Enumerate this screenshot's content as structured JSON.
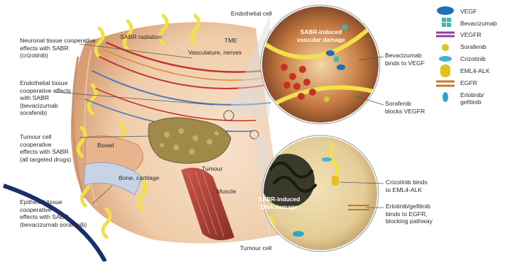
{
  "left_labels": [
    "Neuronal tissue cooperative\neffects with SABR\n(crizotinib)",
    "Endothelial tissue\ncooperative effects\nwith SABR\n(bevacizumab\nsorafenib)",
    "Tumour cell\ncooperative\neffects with SABR\n(all targeted drugs)",
    "Epithelial tissue\ncooperative\neffects with SABR\n(bevacizumab sorafenib)"
  ],
  "scene_labels": {
    "sabr_radiation": "SABR radiation",
    "tme": "TME",
    "vasculature": "Vasculature, nerves",
    "bowel": "Bowel",
    "bone": "Bone, cartilage",
    "tumour": "Tumour",
    "muscle": "Muscle"
  },
  "endothelial_panel": {
    "title": "Endothelial cell",
    "damage": "SABR-induced\nvascular damage",
    "callout_bevacizumab": "Bevacizumab\nbinds to VEGF",
    "callout_sorafenib": "Sorafenib\nblocks VEGFR"
  },
  "tumour_panel": {
    "title": "Tumour cell",
    "damage": "SABR-induced\nDNA damage",
    "callout_crizotinib": "Crizotinib binds\nto EML4-ALK",
    "callout_erlotinib": "Erlotinib/gefitinib\nbinds to EGFR,\nblocking pathway"
  },
  "legend": [
    {
      "label": "VEGF",
      "icon": "vegf-icon",
      "color": "#1f6fb5"
    },
    {
      "label": "Bevacizumab",
      "icon": "bevacizumab-icon",
      "color": "#3fb8b0"
    },
    {
      "label": "VEGFR",
      "icon": "vegfr-icon",
      "color": "#8e3f9c"
    },
    {
      "label": "Sorafenib",
      "icon": "sorafenib-icon",
      "color": "#d8c62a"
    },
    {
      "label": "Crizotinib",
      "icon": "crizotinib-icon",
      "color": "#45b3d8"
    },
    {
      "label": "EML4-ALK",
      "icon": "eml4-alk-icon",
      "color": "#e3c21e"
    },
    {
      "label": "EGFR",
      "icon": "egfr-icon",
      "color": "#c07a2c"
    },
    {
      "label": "Erlotinib/\ngefitinib",
      "icon": "erlotinib-gefitinib-icon",
      "color": "#2aa6c8"
    }
  ],
  "colors": {
    "tissue": "#f3d3b8",
    "radiation": "#f2e04a",
    "vessel_red": "#c53226",
    "vessel_blue": "#4a78b8",
    "muscle": "#b3433a",
    "tumour": "#a08a4a",
    "frame_navy": "#1a2f6e"
  }
}
